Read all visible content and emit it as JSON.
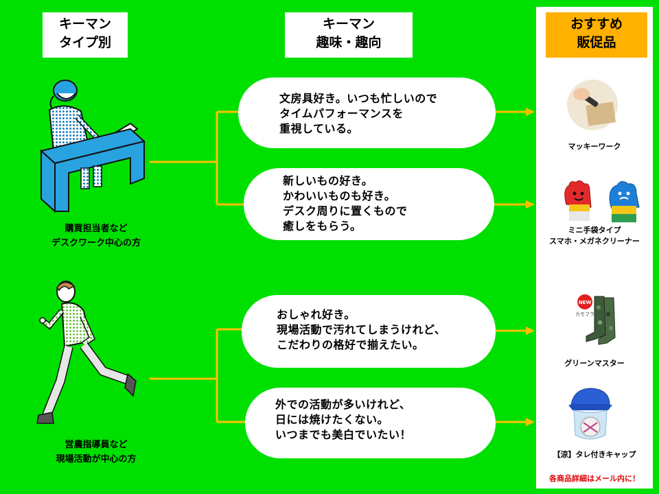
{
  "headers": {
    "keyman_type": {
      "line1": "キーマン",
      "line2": "タイプ別"
    },
    "keyman_hobby": {
      "line1": "キーマン",
      "line2": "趣味・趣向"
    },
    "recommended": {
      "line1": "おすすめ",
      "line2": "販促品"
    }
  },
  "personas": [
    {
      "icon": "desk-worker-illustration",
      "caption_line1": "購買担当者など",
      "caption_line2": "デスクワーク中心の方"
    },
    {
      "icon": "runner-illustration",
      "caption_line1": "営農指導員など",
      "caption_line2": "現場活動が中心の方"
    }
  ],
  "bubbles": [
    {
      "lines": [
        "文房具好き。いつも忙しいので",
        "タイムパフォーマンスを",
        "重視している。"
      ]
    },
    {
      "lines": [
        "新しいもの好き。",
        "かわいいものも好き。",
        "デスク周りに置くもので",
        "癒しをもらう。"
      ]
    },
    {
      "lines": [
        "おしゃれ好き。",
        "現場活動で汚れてしまうけれど、",
        "こだわりの格好で揃えたい。"
      ]
    },
    {
      "lines": [
        "外での活動が多いけれど、",
        "日には焼けたくない。",
        "いつまでも美白でいたい！"
      ]
    }
  ],
  "products": [
    {
      "icon": "marker-pen-icon",
      "label_line1": "マッキーワーク",
      "label_line2": ""
    },
    {
      "icon": "mini-glove-icon",
      "label_line1": "ミニ手袋タイプ",
      "label_line2": "スマホ・メガネクリーナー"
    },
    {
      "icon": "rubber-boots-icon",
      "badge": "NEW",
      "badge_sub": "カモフラ",
      "label_line1": "グリーンマスター",
      "label_line2": ""
    },
    {
      "icon": "flap-cap-icon",
      "label_line1": "【涼】タレ付きキャップ",
      "label_line2": ""
    }
  ],
  "footer_note": "各商品詳細はメール内に！",
  "colors": {
    "background": "#00e000",
    "connector": "#ffc000",
    "recommend_header": "#ffb000",
    "persona_blue": "#29a3e0",
    "note_red": "#e00000"
  }
}
